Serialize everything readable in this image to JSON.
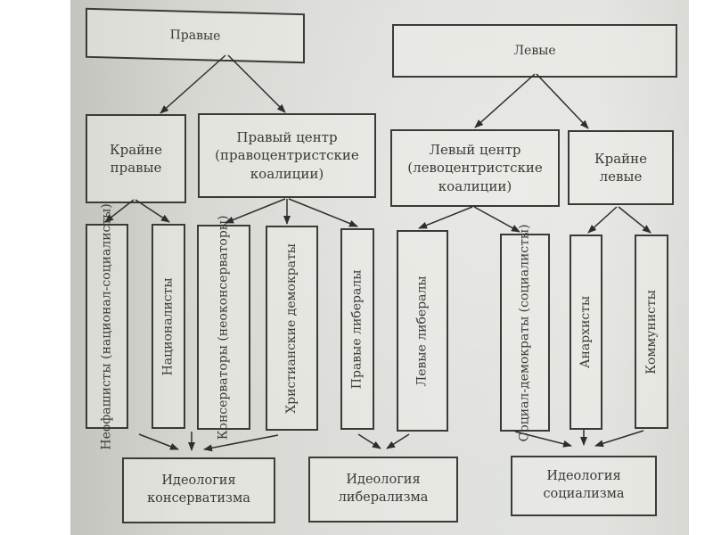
{
  "diagram": {
    "level1": [
      {
        "id": "right",
        "label": "Правые"
      },
      {
        "id": "left",
        "label": "Левые"
      }
    ],
    "level2": [
      {
        "id": "far-right",
        "label": "Крайне\nправые",
        "parent": "right"
      },
      {
        "id": "center-right",
        "label": "Правый центр\n(правоцентристские\nкоалиции)",
        "parent": "right"
      },
      {
        "id": "center-left",
        "label": "Левый центр\n(левоцентристские\nкоалиции)",
        "parent": "left"
      },
      {
        "id": "far-left",
        "label": "Крайне\nлевые",
        "parent": "left"
      }
    ],
    "level3": [
      {
        "id": "neofascists",
        "label": "Неофашисты\n(национал-социалисты)",
        "parent": "far-right",
        "ideology": "conservatism"
      },
      {
        "id": "nationalists",
        "label": "Националисты",
        "parent": "far-right",
        "ideology": "conservatism"
      },
      {
        "id": "conservatives",
        "label": "Консерваторы\n(неоконсерваторы)",
        "parent": "center-right",
        "ideology": "conservatism"
      },
      {
        "id": "christian-democrats",
        "label": "Христианские\nдемократы",
        "parent": "center-right",
        "ideology": "conservatism"
      },
      {
        "id": "right-liberals",
        "label": "Правые либералы",
        "parent": "center-right",
        "ideology": "liberalism"
      },
      {
        "id": "left-liberals",
        "label": "Левые\nлибералы",
        "parent": "center-left",
        "ideology": "liberalism"
      },
      {
        "id": "social-democrats",
        "label": "Социал-демократы\n(социалисты)",
        "parent": "center-left",
        "ideology": "socialism"
      },
      {
        "id": "anarchists",
        "label": "Анархисты",
        "parent": "far-left",
        "ideology": "socialism"
      },
      {
        "id": "communists",
        "label": "Коммунисты",
        "parent": "far-left",
        "ideology": "socialism"
      }
    ],
    "ideologies": [
      {
        "id": "conservatism",
        "label": "Идеология\nконсерватизма"
      },
      {
        "id": "liberalism",
        "label": "Идеология\nлиберализма"
      },
      {
        "id": "socialism",
        "label": "Идеология\nсоциализма"
      }
    ],
    "colors": {
      "line": "#2e2e2c",
      "text": "#3a3a36",
      "paper": "#dcddd8"
    }
  }
}
